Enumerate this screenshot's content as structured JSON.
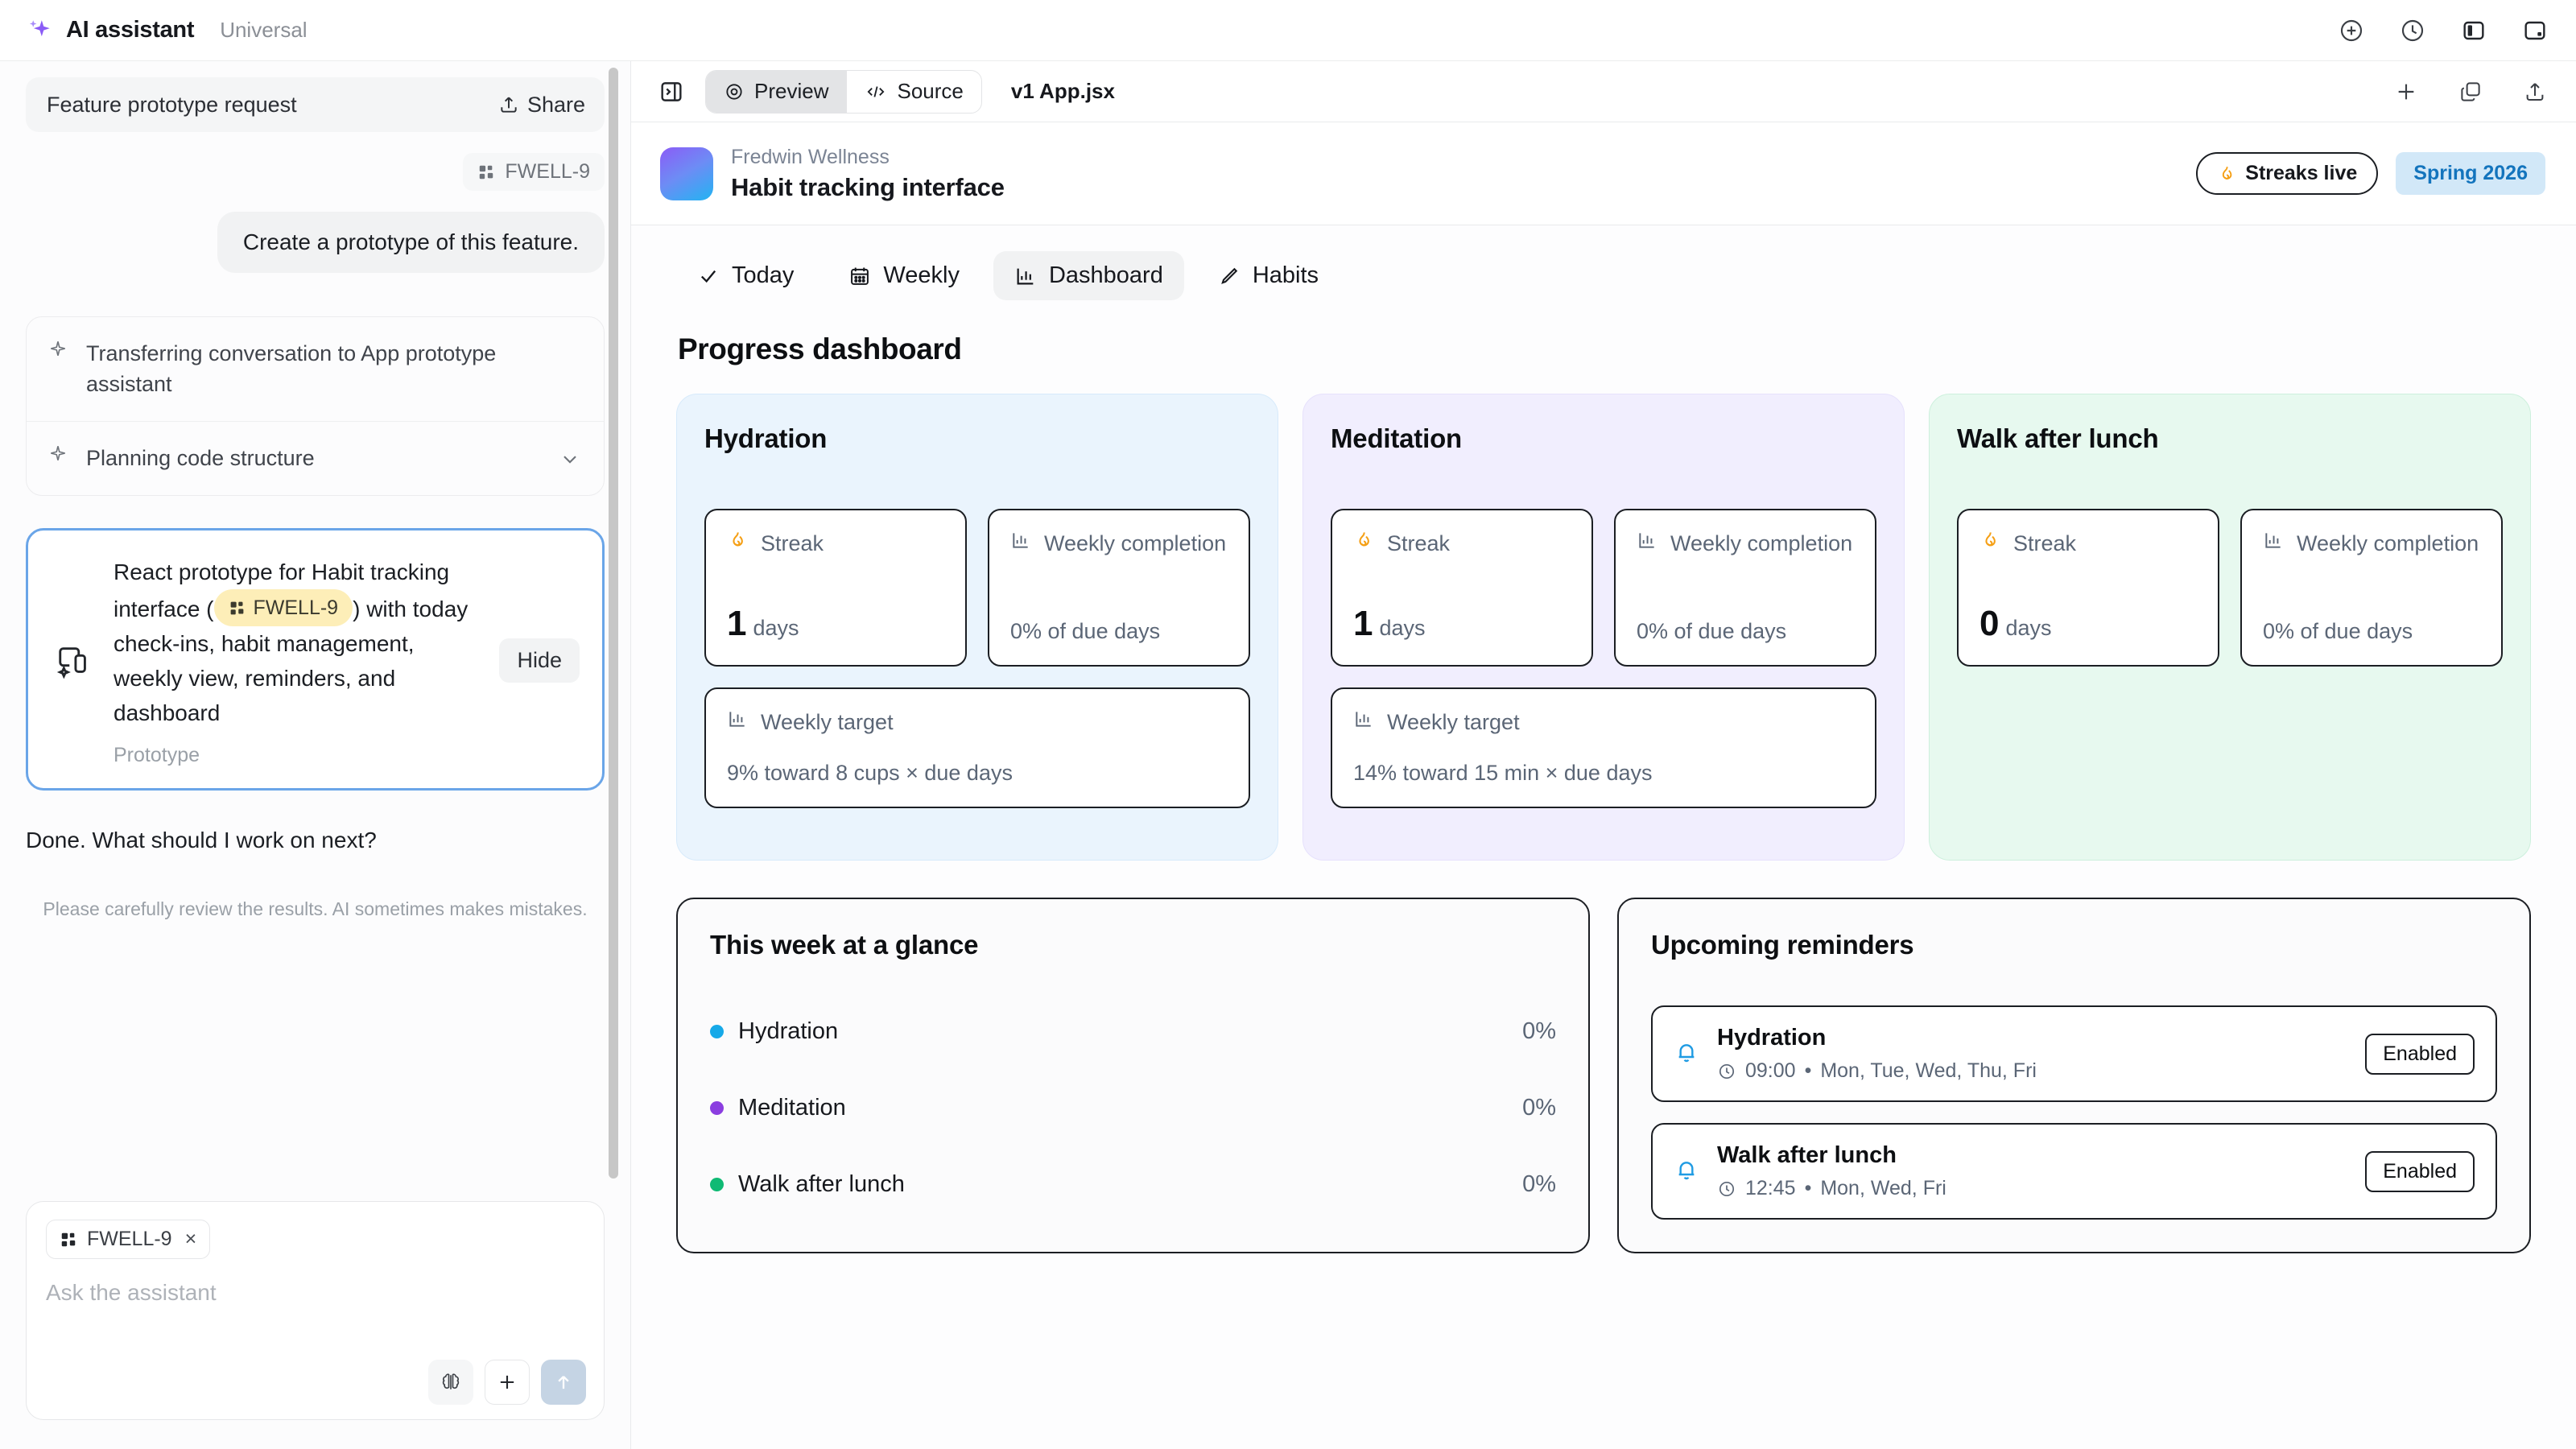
{
  "topbar": {
    "app_name": "AI assistant",
    "workspace": "Universal",
    "icons": [
      "add-circle-icon",
      "history-clock-icon",
      "left-panel-icon",
      "right-panel-icon"
    ]
  },
  "sidebar": {
    "conversation_title": "Feature prototype request",
    "share_label": "Share",
    "context_chip": "FWELL-9",
    "user_message": "Create a prototype of this feature.",
    "steps": [
      {
        "label": "Transferring conversation to App prototype assistant",
        "has_chevron": false
      },
      {
        "label": "Planning code structure",
        "has_chevron": true
      }
    ],
    "prototype_card": {
      "text_before": "React prototype for Habit tracking interface (",
      "tag": "FWELL-9",
      "text_after": ") with today check-ins, habit management, weekly view, reminders, and dashboard",
      "subtitle": "Prototype",
      "hide_label": "Hide"
    },
    "assistant_done": "Done. What should I work on next?",
    "disclaimer": "Please carefully review the results. AI sometimes makes mistakes.",
    "composer": {
      "chip": "FWELL-9",
      "chip_remove": "×",
      "placeholder": "Ask the assistant",
      "actions": [
        "brain-icon",
        "plus-icon",
        "send-arrow-icon"
      ]
    }
  },
  "panel_toolbar": {
    "tabs": [
      {
        "label": "Preview",
        "icon": "eye-icon",
        "active": true
      },
      {
        "label": "Source",
        "icon": "code-icon",
        "active": false
      }
    ],
    "file_name": "v1 App.jsx",
    "icons": [
      "plus-icon",
      "copy-icon",
      "share-upload-icon"
    ]
  },
  "app": {
    "brand_small": "Fredwin Wellness",
    "brand_large": "Habit tracking interface",
    "badge_streaks": "Streaks live",
    "badge_season": "Spring 2026",
    "nav_tabs": [
      {
        "label": "Today",
        "icon": "check-icon",
        "active": false
      },
      {
        "label": "Weekly",
        "icon": "calendar-icon",
        "active": false
      },
      {
        "label": "Dashboard",
        "icon": "bar-chart-icon",
        "active": true
      },
      {
        "label": "Habits",
        "icon": "pencil-icon",
        "active": false
      }
    ],
    "section_title": "Progress dashboard",
    "habit_cards": [
      {
        "name": "Hydration",
        "theme": "blue",
        "streak_label": "Streak",
        "streak_value": "1",
        "streak_unit": "days",
        "weekly_completion_label": "Weekly completion",
        "weekly_completion_value": "0% of due days",
        "weekly_target_label": "Weekly target",
        "weekly_target_value": "9% toward 8 cups × due days",
        "has_weekly_target": true
      },
      {
        "name": "Meditation",
        "theme": "purple",
        "streak_label": "Streak",
        "streak_value": "1",
        "streak_unit": "days",
        "weekly_completion_label": "Weekly completion",
        "weekly_completion_value": "0% of due days",
        "weekly_target_label": "Weekly target",
        "weekly_target_value": "14% toward 15 min × due days",
        "has_weekly_target": true
      },
      {
        "name": "Walk after lunch",
        "theme": "green",
        "streak_label": "Streak",
        "streak_value": "0",
        "streak_unit": "days",
        "weekly_completion_label": "Weekly completion",
        "weekly_completion_value": "0% of due days",
        "weekly_target_label": "",
        "weekly_target_value": "",
        "has_weekly_target": false
      }
    ],
    "glance": {
      "title": "This week at a glance",
      "rows": [
        {
          "name": "Hydration",
          "pct": "0%",
          "color": "#16a9e8"
        },
        {
          "name": "Meditation",
          "pct": "0%",
          "color": "#8b3ee0"
        },
        {
          "name": "Walk after lunch",
          "pct": "0%",
          "color": "#0fba74"
        }
      ]
    },
    "reminders": {
      "title": "Upcoming reminders",
      "items": [
        {
          "name": "Hydration",
          "time": "09:00",
          "days": "Mon, Tue, Wed, Thu, Fri",
          "state": "Enabled"
        },
        {
          "name": "Walk after lunch",
          "time": "12:45",
          "days": "Mon, Wed, Fri",
          "state": "Enabled"
        }
      ]
    }
  },
  "colors": {
    "accent_blue": "#1374bd",
    "flame_orange": "#f59f14",
    "selection_border": "#6aa5e8",
    "tag_yellow": "#fdeeb8",
    "hydration": "#16a9e8",
    "meditation": "#8b3ee0",
    "walk": "#0fba74"
  }
}
